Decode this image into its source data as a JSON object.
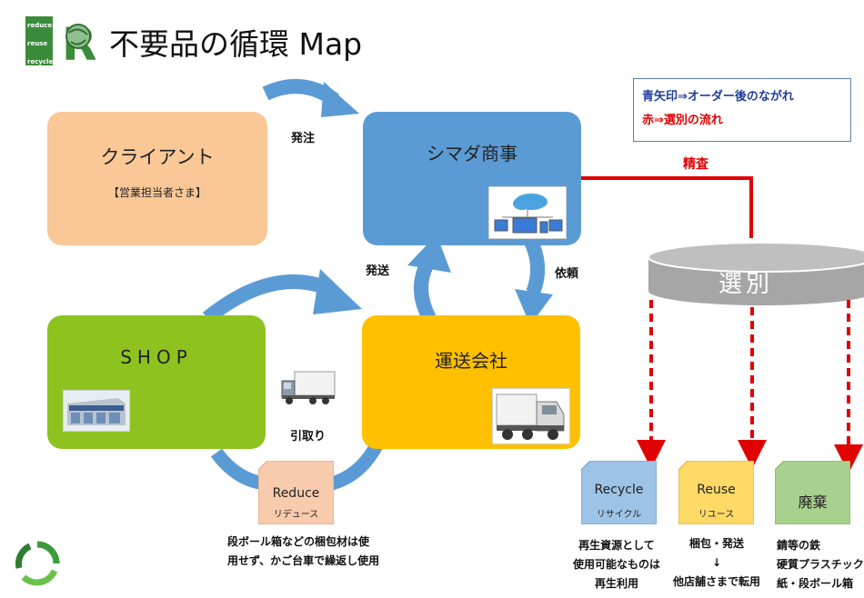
{
  "title": "不要品の循環 Map",
  "logo": {
    "letters": "3R",
    "words": [
      "reduce",
      "reuse",
      "recycle"
    ]
  },
  "legend": {
    "blue": "青矢印⇒オーダー後のながれ",
    "red": "赤⇒選別の流れ"
  },
  "nodes": {
    "client": {
      "name": "クライアント",
      "sub": "【営業担当者さま】"
    },
    "shimada": {
      "name": "シマダ商事"
    },
    "shop": {
      "name": "SHOP"
    },
    "transport": {
      "name": "運送会社"
    },
    "sorting": {
      "name": "選別"
    }
  },
  "edges": {
    "order": "発注",
    "ship": "発送",
    "request": "依頼",
    "pickup": "引取り",
    "inspect": "精査"
  },
  "reduce": {
    "title": "Reduce",
    "kana": "リデュース",
    "note_lines": [
      "段ボール箱などの梱包材は使",
      "用せず、かご台車で繰返し使用"
    ]
  },
  "categories": [
    {
      "title": "Recycle",
      "kana": "リサイクル",
      "note_lines": [
        "再生資源として",
        "使用可能なものは",
        "再生利用"
      ]
    },
    {
      "title": "Reuse",
      "kana": "リユース",
      "note_lines": [
        "梱包・発送",
        "↓",
        "他店舗さまで転用"
      ]
    },
    {
      "title": "廃棄",
      "kana": "",
      "note_lines": [
        "錆等の鉄",
        "硬質プラスチック",
        "紙・段ボール箱"
      ]
    }
  ],
  "colors": {
    "client": "#f9c896",
    "shimada": "#5b9bd5",
    "shop": "#8ec31f",
    "transport": "#ffc000",
    "blue_arrow": "#5b9bd5",
    "red": "#e00000",
    "sorting": "#a6a6a6",
    "recycle_card": "#9dc3e6",
    "reuse_card": "#ffd966",
    "dispose_card": "#a9d18e",
    "reduce_card": "#f8cbad"
  },
  "icons": [
    "cloud-devices-icon",
    "store-icon",
    "truck-icon",
    "recycle-icon"
  ]
}
